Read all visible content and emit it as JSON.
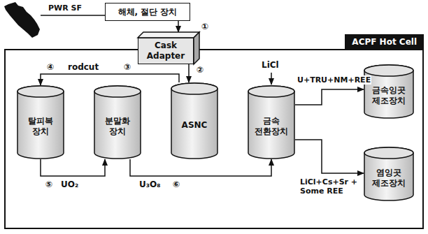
{
  "diagram": {
    "nodes": [
      {
        "text": [
          "해체, 절단 장치"
        ]
      },
      {
        "text": [
          "Cask Adapter"
        ]
      },
      {
        "text": [
          "ACPF Hot Cell"
        ]
      },
      {
        "text": [
          "탈피복 장치"
        ],
        "in": 2
      },
      {
        "text": [
          "분말화 장치"
        ],
        "in": 2
      },
      {
        "text": [
          "ASNC"
        ],
        "in": 2
      },
      {
        "text": [
          "금속 전환장치"
        ],
        "in": 2
      },
      {
        "text": [
          "금속잉곳 제조장치"
        ],
        "in": 2
      },
      {
        "text": [
          "염잉곳 제조장치"
        ],
        "in": 2
      }
    ],
    "edges": [
      {
        "from": 0,
        "to": 1,
        "arrow": "to",
        "label": "①"
      },
      {
        "from": 1,
        "to": 5,
        "arrow": "to",
        "label": "②"
      },
      {
        "from": 5,
        "to": 3,
        "arrow": "to",
        "label": "rodcut"
      },
      {
        "from": 3,
        "to": 4,
        "arrow": "to",
        "label": "UO₂"
      },
      {
        "from": 4,
        "to": 6,
        "arrow": "to",
        "label": "U₃O₈"
      },
      {
        "from": 6,
        "to": 7,
        "arrow": "to",
        "label": "U+TRU+NM+REE"
      },
      {
        "from": 6,
        "to": 8,
        "arrow": "to",
        "label": "LiCl+Cs+Sr + Some REE"
      }
    ],
    "labels": [
      "PWR SF",
      "③",
      "④",
      "⑤",
      "⑥",
      "LiCl"
    ]
  }
}
